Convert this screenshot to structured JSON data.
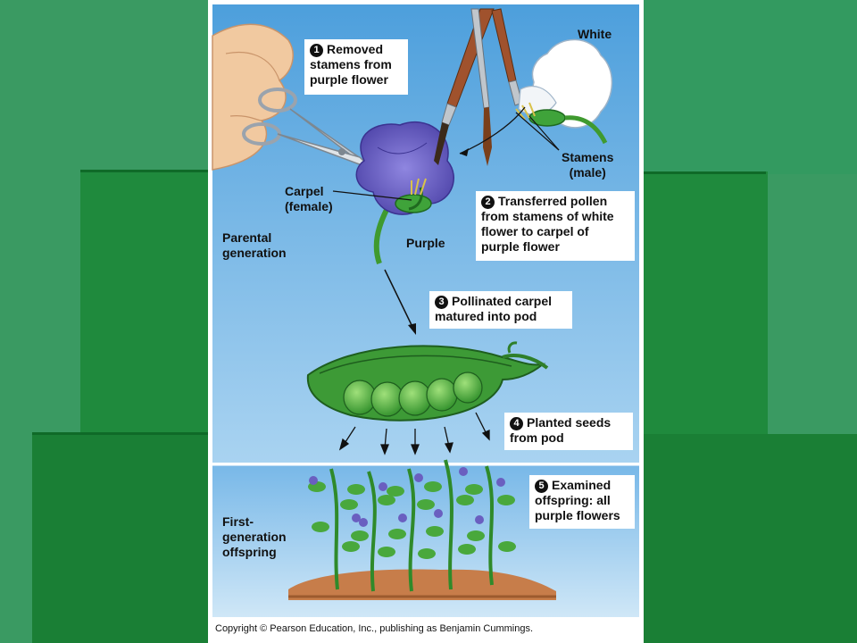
{
  "steps": [
    {
      "number": "1",
      "text": "Removed stamens from purple flower"
    },
    {
      "number": "2",
      "text": "Transferred pollen from stamens of white flower to carpel of purple flower"
    },
    {
      "number": "3",
      "text": "Pollinated carpel matured into pod"
    },
    {
      "number": "4",
      "text": "Planted seeds from pod"
    },
    {
      "number": "5",
      "text": "Examined offspring: all purple flowers"
    }
  ],
  "step_lines": [
    [
      "Removed",
      "stamens from",
      "purple flower"
    ],
    [
      "Transferred pollen",
      "from stamens of white",
      "flower to carpel of",
      "purple flower"
    ],
    [
      "Pollinated carpel",
      "matured into pod"
    ],
    [
      "Planted seeds",
      "from pod"
    ],
    [
      "Examined",
      "offspring: all",
      "purple flowers"
    ]
  ],
  "labels": {
    "white": "White",
    "stamens": "Stamens",
    "stamens_male": "(male)",
    "carpel": "Carpel",
    "carpel_female": "(female)",
    "purple": "Purple",
    "parental_1": "Parental",
    "parental_2": "generation",
    "first_gen_1": "First-",
    "first_gen_2": "generation",
    "first_gen_3": "offspring"
  },
  "copyright": "Copyright © Pearson Education, Inc., publishing as Benjamin Cummings.",
  "colors": {
    "slide_bg": "#3a9a62",
    "slide_dark": "#1a7f35",
    "sky_top": "#5aa7e0",
    "sky_bottom": "#bfe0f5",
    "flower_purple": "#6a5fc0",
    "pod_green": "#2f8a2f",
    "soil": "#c77d4a"
  }
}
